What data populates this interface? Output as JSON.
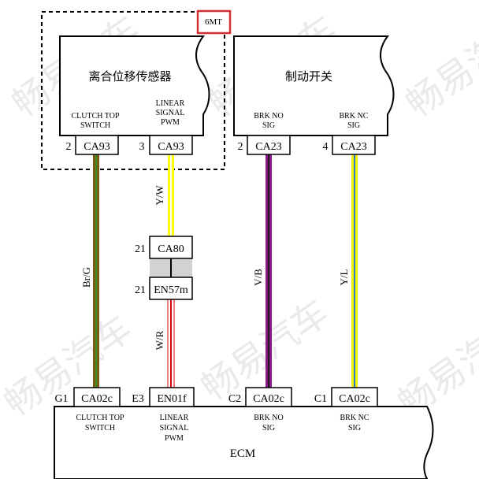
{
  "variant_tag": "6MT",
  "watermark": [
    "畅易汽车",
    "畅易汽车",
    "畅易汽车",
    "畅易汽车",
    "畅易汽车",
    "畅易汽车"
  ],
  "components": {
    "clutch_sensor": {
      "title": "离合位移传感器",
      "pins": [
        {
          "num": "2",
          "connector": "CA93",
          "signal": [
            "CLUTCH TOP",
            "SWITCH"
          ]
        },
        {
          "num": "3",
          "connector": "CA93",
          "signal": [
            "LINEAR",
            "SIGNAL",
            "PWM"
          ]
        }
      ]
    },
    "brake_switch": {
      "title": "制动开关",
      "pins": [
        {
          "num": "2",
          "connector": "CA23",
          "signal": [
            "BRK NO",
            "SIG"
          ]
        },
        {
          "num": "4",
          "connector": "CA23",
          "signal": [
            "BRK NC",
            "SIG"
          ]
        }
      ]
    },
    "ecm": {
      "title": "ECM",
      "pins": [
        {
          "num": "G1",
          "connector": "CA02c",
          "signal": [
            "CLUTCH TOP",
            "SWITCH"
          ]
        },
        {
          "num": "E3",
          "connector": "EN01f",
          "signal": [
            "LINEAR",
            "SIGNAL",
            "PWM"
          ]
        },
        {
          "num": "C2",
          "connector": "CA02c",
          "signal": [
            "BRK NO",
            "SIG"
          ]
        },
        {
          "num": "C1",
          "connector": "CA02c",
          "signal": [
            "BRK NC",
            "SIG"
          ]
        }
      ]
    }
  },
  "inline_connector": {
    "upper": {
      "num": "21",
      "connector": "CA80"
    },
    "lower": {
      "num": "21",
      "connector": "EN57m"
    }
  },
  "wires": [
    {
      "label": "Br/G",
      "colors": [
        "#7a5c10",
        "#3f8f2a"
      ]
    },
    {
      "label": "Y/W",
      "colors": [
        "#ffff00",
        "#ffffff"
      ]
    },
    {
      "label": "W/R",
      "colors": [
        "#ffffff",
        "#d80000"
      ]
    },
    {
      "label": "V/B",
      "colors": [
        "#8a1a8a",
        "#1a1a1a"
      ]
    },
    {
      "label": "Y/L",
      "colors": [
        "#f2f200",
        "#2a7bd8"
      ]
    }
  ],
  "colors": {
    "tag_border": "#d03030",
    "outline": "#000000",
    "splice_fill": "#d2d2d2"
  }
}
